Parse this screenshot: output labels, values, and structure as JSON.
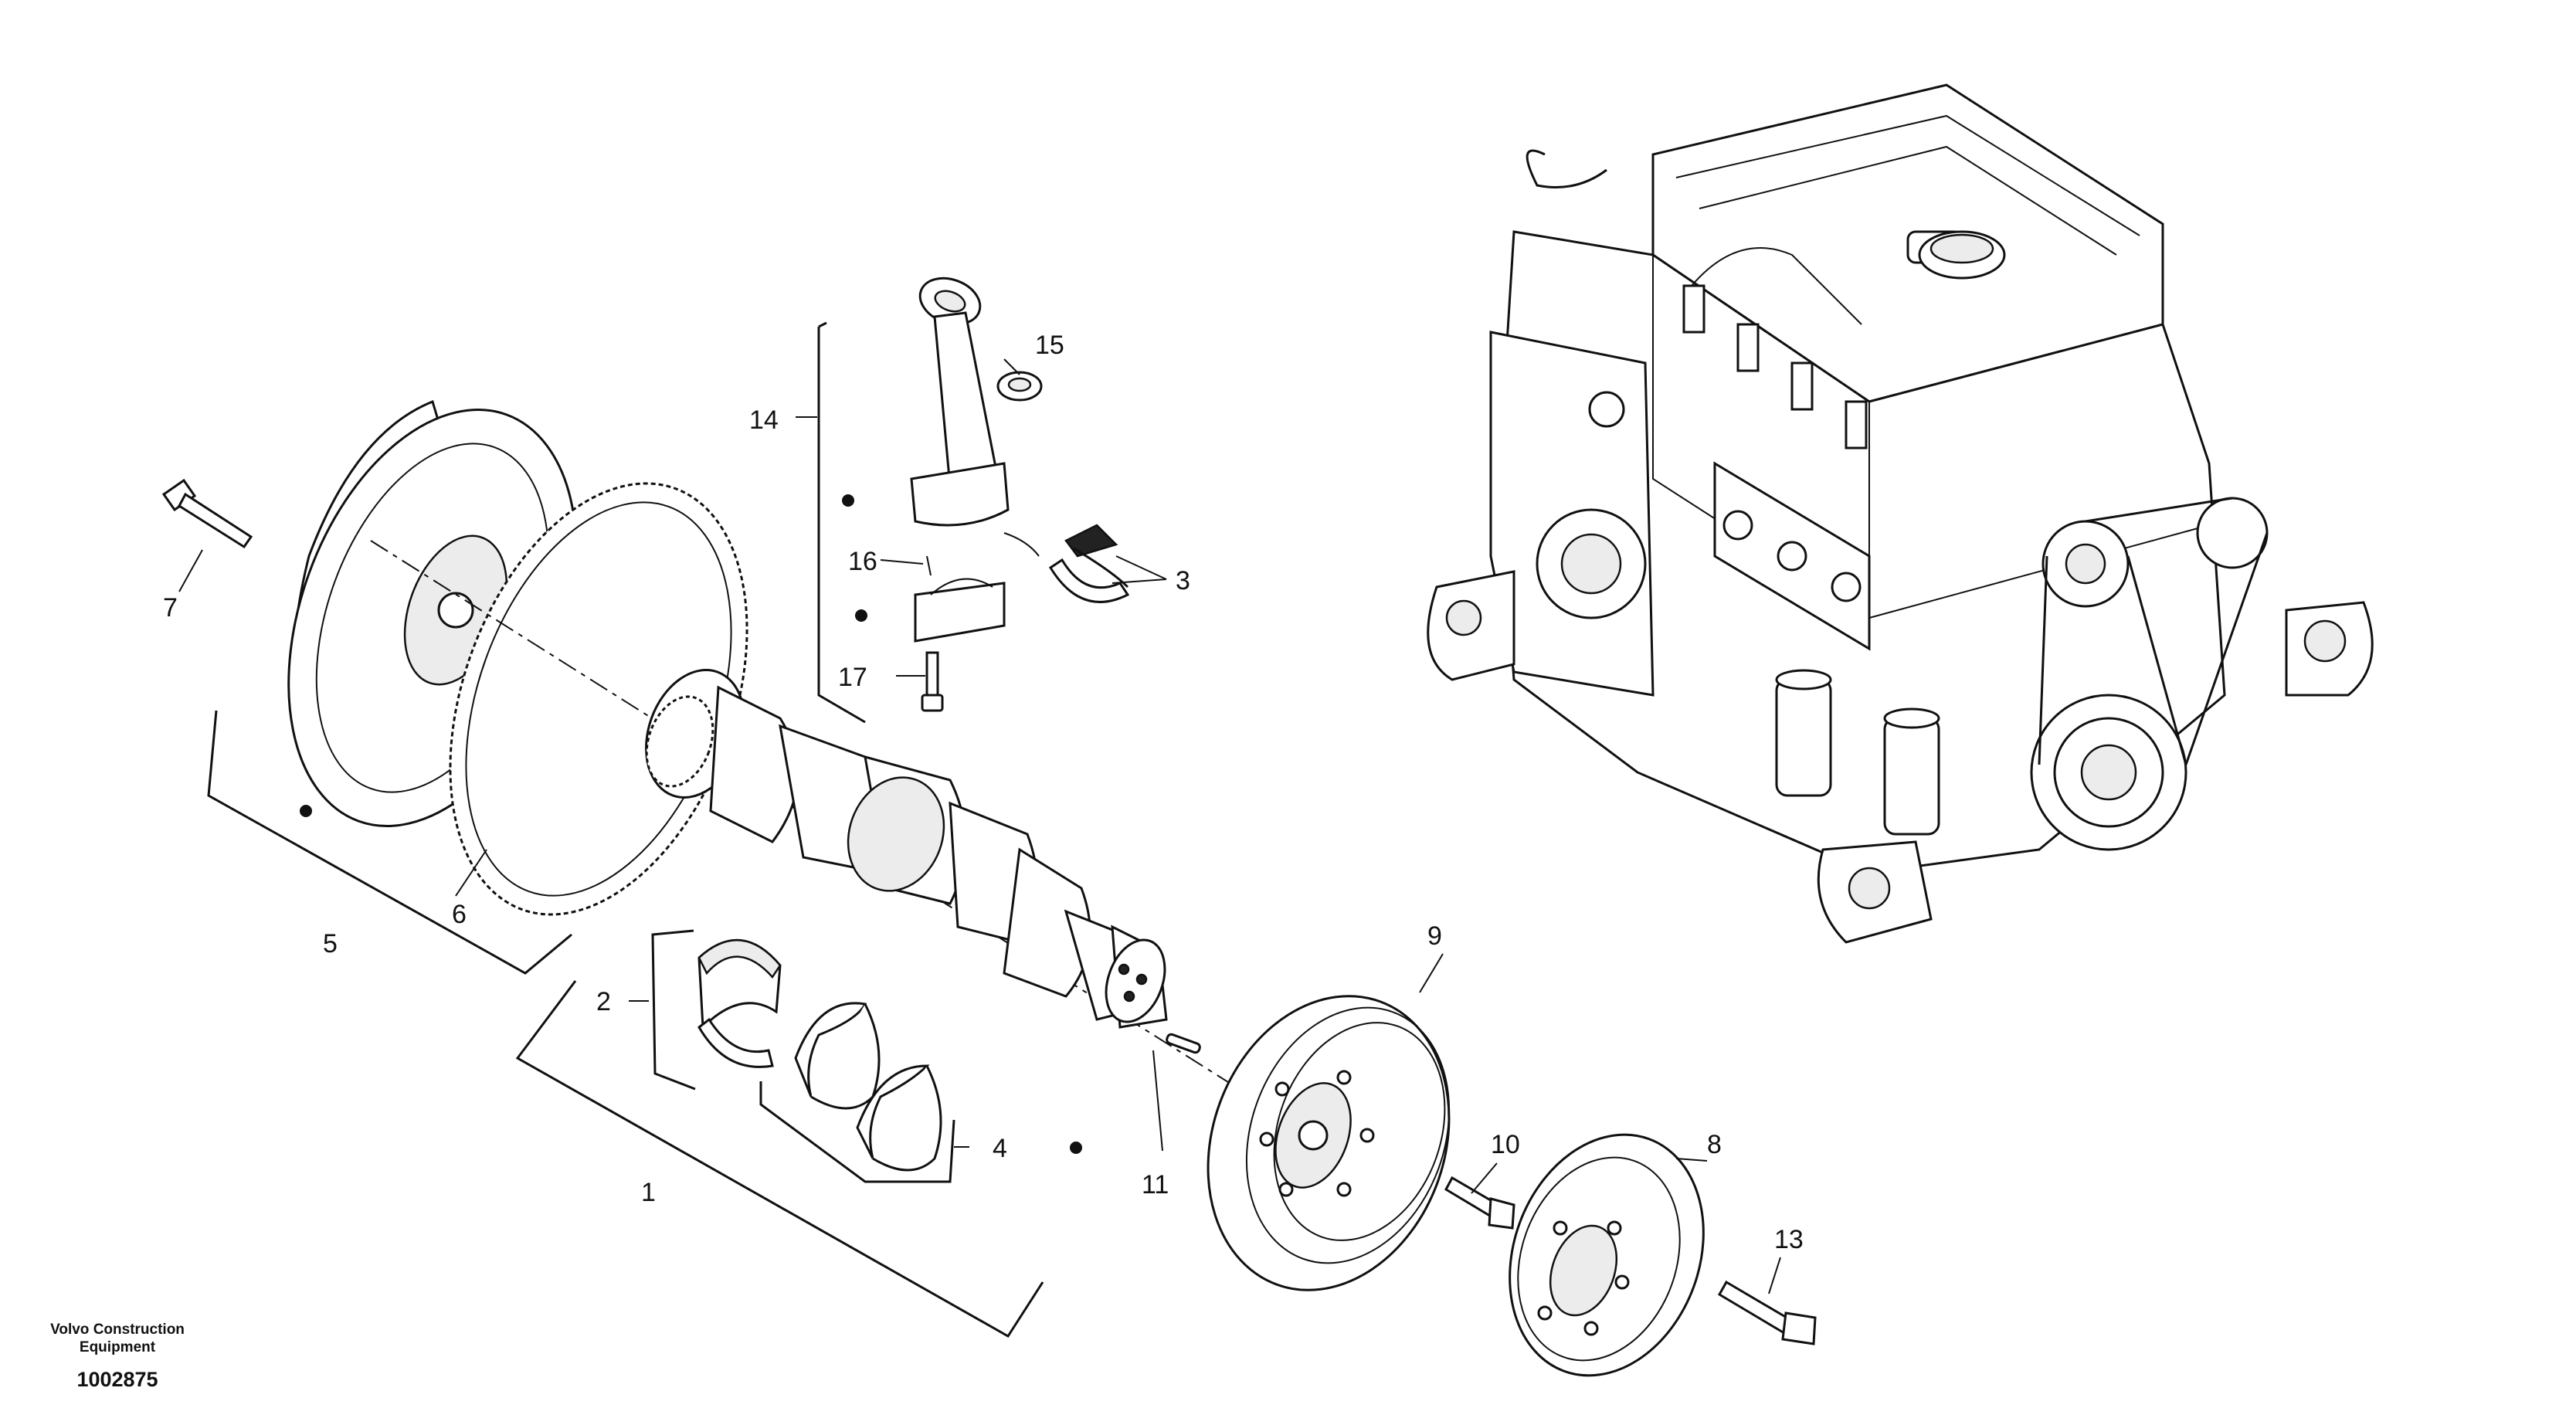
{
  "callouts": {
    "c1": "1",
    "c2": "2",
    "c3": "3",
    "c4": "4",
    "c5": "5",
    "c6": "6",
    "c7": "7",
    "c8": "8",
    "c9": "9",
    "c10": "10",
    "c11": "11",
    "c13": "13",
    "c14": "14",
    "c15": "15",
    "c16": "16",
    "c17": "17"
  },
  "footer": {
    "company_line1": "Volvo Construction",
    "company_line2": "Equipment",
    "document_number": "1002875"
  },
  "colors": {
    "line": "#111111",
    "background": "#ffffff"
  }
}
